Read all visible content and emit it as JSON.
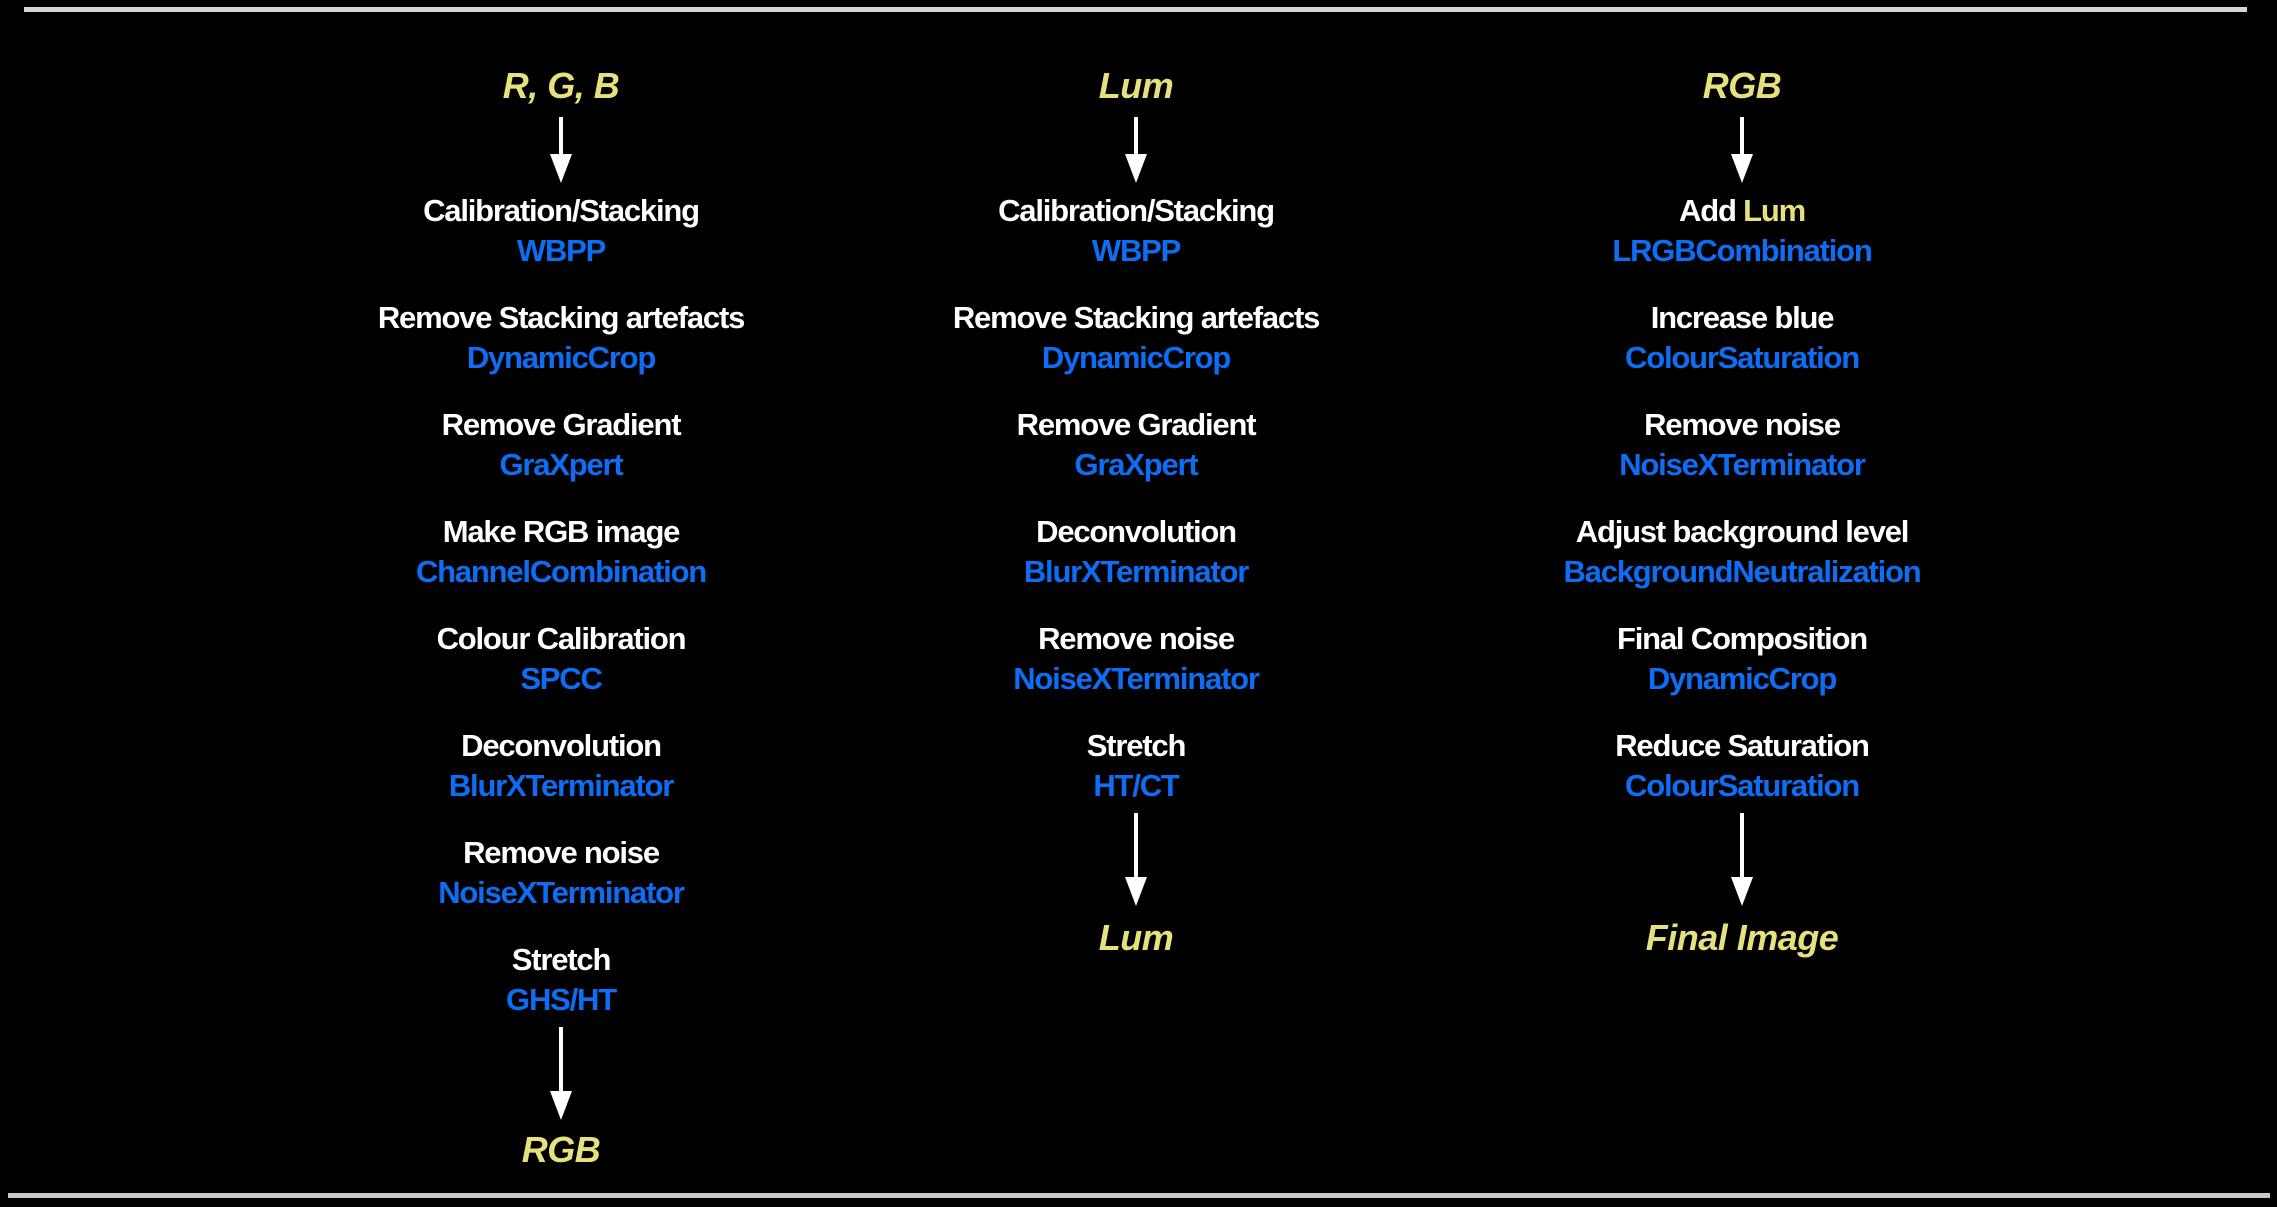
{
  "diagram": {
    "description_colors": {
      "background": "#000000",
      "label_text": "#ffffff",
      "tool_text": "#0d6ef5",
      "accent_text": "#e6e17c",
      "top_rule": "#d6d6d6",
      "bottom_rule": "#c9c9c9"
    }
  },
  "columns": [
    {
      "id": "rgb-channels",
      "header": "R, G, B",
      "steps": [
        {
          "label": "Calibration/Stacking",
          "tool": "WBPP"
        },
        {
          "label": "Remove Stacking artefacts",
          "tool": "DynamicCrop"
        },
        {
          "label": "Remove Gradient",
          "tool": "GraXpert"
        },
        {
          "label": "Make RGB image",
          "tool": "ChannelCombination"
        },
        {
          "label": "Colour Calibration",
          "tool": "SPCC"
        },
        {
          "label": "Deconvolution",
          "tool": "BlurXTerminator"
        },
        {
          "label": "Remove noise",
          "tool": "NoiseXTerminator"
        },
        {
          "label": "Stretch",
          "tool": "GHS/HT"
        }
      ],
      "footer": "RGB"
    },
    {
      "id": "lum-channel",
      "header": "Lum",
      "steps": [
        {
          "label": "Calibration/Stacking",
          "tool": "WBPP"
        },
        {
          "label": "Remove Stacking artefacts",
          "tool": "DynamicCrop"
        },
        {
          "label": "Remove Gradient",
          "tool": "GraXpert"
        },
        {
          "label": "Deconvolution",
          "tool": "BlurXTerminator"
        },
        {
          "label": "Remove noise",
          "tool": "NoiseXTerminator"
        },
        {
          "label": "Stretch",
          "tool": "HT/CT"
        }
      ],
      "footer": "Lum"
    },
    {
      "id": "rgb-combine",
      "header": "RGB",
      "steps": [
        {
          "label": "Add",
          "accent": "Lum",
          "tool": "LRGBCombination"
        },
        {
          "label": "Increase blue",
          "tool": "ColourSaturation"
        },
        {
          "label": "Remove noise",
          "tool": "NoiseXTerminator"
        },
        {
          "label": "Adjust background level",
          "tool": "BackgroundNeutralization"
        },
        {
          "label": "Final Composition",
          "tool": "DynamicCrop"
        },
        {
          "label": "Reduce Saturation",
          "tool": "ColourSaturation"
        }
      ],
      "footer": "Final Image"
    }
  ]
}
